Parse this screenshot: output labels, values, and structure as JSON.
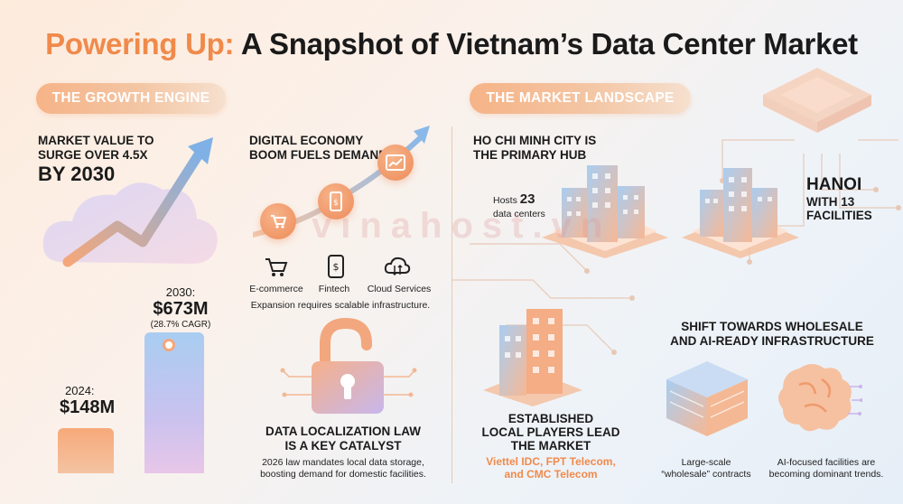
{
  "title": {
    "highlight": "Powering Up:",
    "rest": " A Snapshot of Vietnam’s Data Center Market"
  },
  "left": {
    "pill": "THE GROWTH ENGINE",
    "market_value": {
      "line1": "MARKET VALUE TO",
      "line2": "SURGE OVER 4.5X",
      "line3": "BY 2030"
    },
    "bars": [
      {
        "year_label": "2024:",
        "value_label": "$148M",
        "value": 148
      },
      {
        "year_label": "2030:",
        "value_label": "$673M",
        "value": 673,
        "note": "(28.7% CAGR)"
      }
    ],
    "digital": {
      "line1": "DIGITAL ECONOMY",
      "line2": "BOOM FUELS DEMAND",
      "items": [
        "E-commerce",
        "Fintech",
        "Cloud Services"
      ],
      "caption": "Expansion requires scalable infrastructure."
    },
    "law": {
      "line1": "DATA LOCALIZATION LAW",
      "line2": "IS A KEY CATALYST",
      "desc1": "2026 law mandates local data storage,",
      "desc2": "boosting demand for domestic facilities."
    }
  },
  "right": {
    "pill": "THE MARKET LANDSCAPE",
    "hcm": {
      "line1": "HO CHI MINH CITY IS",
      "line2": "THE PRIMARY HUB",
      "hosts_prefix": "Hosts ",
      "hosts_count": "23",
      "hosts_suffix": "data centers"
    },
    "hanoi": {
      "line1": "HANOI",
      "line2": "WITH 13",
      "line3": "FACILITIES"
    },
    "local": {
      "line1": "ESTABLISHED",
      "line2": "LOCAL PLAYERS LEAD",
      "line3": "THE MARKET",
      "players1": "Viettel IDC, FPT Telecom,",
      "players2": "and CMC Telecom"
    },
    "shift": {
      "line1": "SHIFT TOWARDS WHOLESALE",
      "line2": "AND AI-READY INFRASTRUCTURE",
      "wholesale1": "Large-scale",
      "wholesale2": "“wholesale” contracts",
      "ai1": "AI-focused facilities are",
      "ai2": "becoming dominant trends."
    }
  },
  "watermark": "vinahost.vn",
  "colors": {
    "accent": "#f08a4b",
    "blue": "#6fa6dc"
  }
}
